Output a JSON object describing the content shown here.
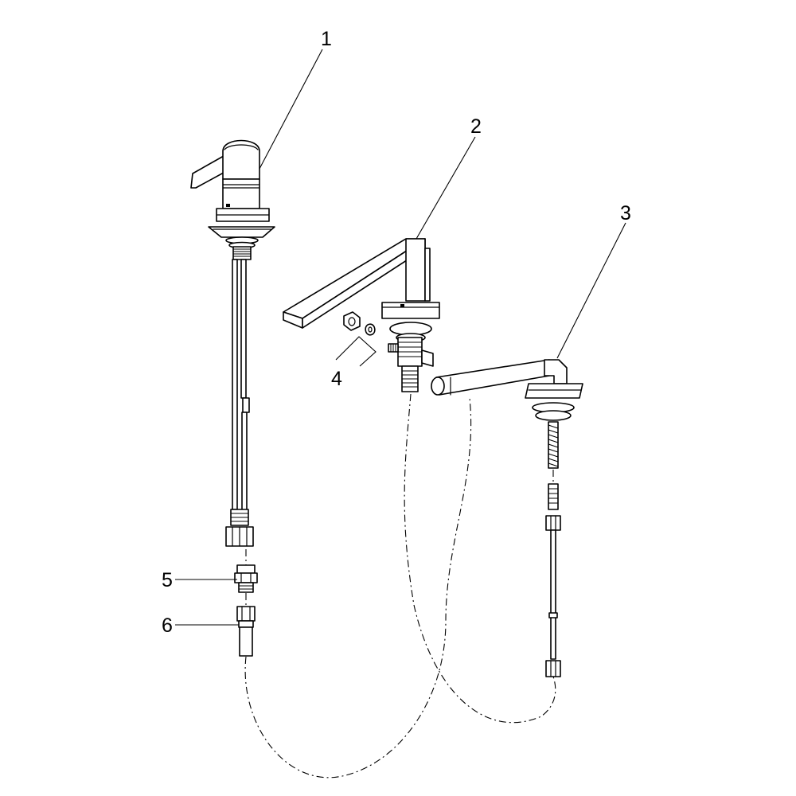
{
  "callouts": [
    "1",
    "2",
    "3",
    "4",
    "5",
    "6"
  ],
  "colors": {
    "line": "#000000",
    "background": "#ffffff"
  }
}
